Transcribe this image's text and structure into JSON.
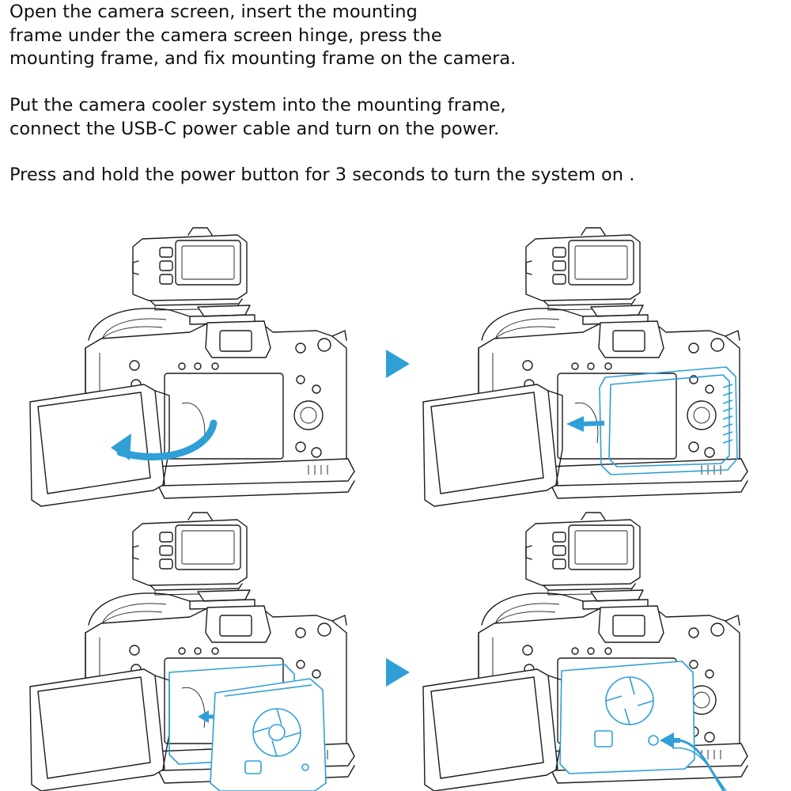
{
  "instructions": {
    "step1": [
      "Open the camera screen, insert the mounting",
      "frame under the camera screen hinge, press the",
      "mounting frame, and fix mounting frame on the camera."
    ],
    "step2": [
      "Put the camera cooler system into the mounting frame,",
      "connect the USB-C power cable and turn on the power."
    ],
    "step3": [
      "Press and hold the power button for 3 seconds to turn the system on ."
    ]
  },
  "colors": {
    "accent": "#2f9fd6",
    "ink": "#1c1c1c",
    "background": "#ffffff"
  }
}
